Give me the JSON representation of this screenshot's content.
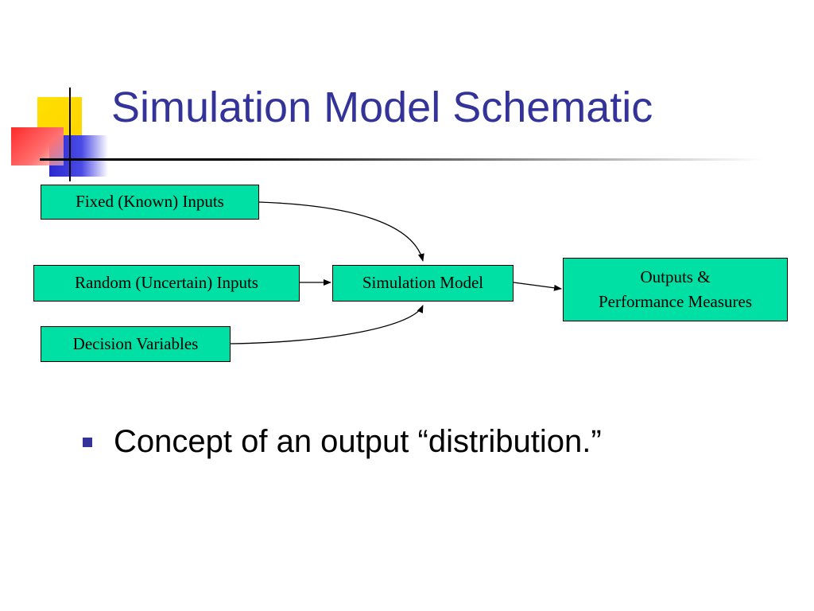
{
  "slide": {
    "title": "Simulation Model Schematic"
  },
  "diagram": {
    "fixed_inputs": "Fixed (Known) Inputs",
    "random_inputs": "Random (Uncertain) Inputs",
    "decision_variables": "Decision Variables",
    "simulation_model": "Simulation Model",
    "outputs_line1": "Outputs &",
    "outputs_line2": "Performance Measures",
    "box_color": "#00e0a4"
  },
  "bullets": [
    {
      "text": "Concept of an output “distribution.”"
    }
  ],
  "theme": {
    "title_color": "#333399",
    "bullet_color": "#333399",
    "logo_colors": [
      "#ffd400",
      "#2a2ad0",
      "#ff3030"
    ]
  }
}
